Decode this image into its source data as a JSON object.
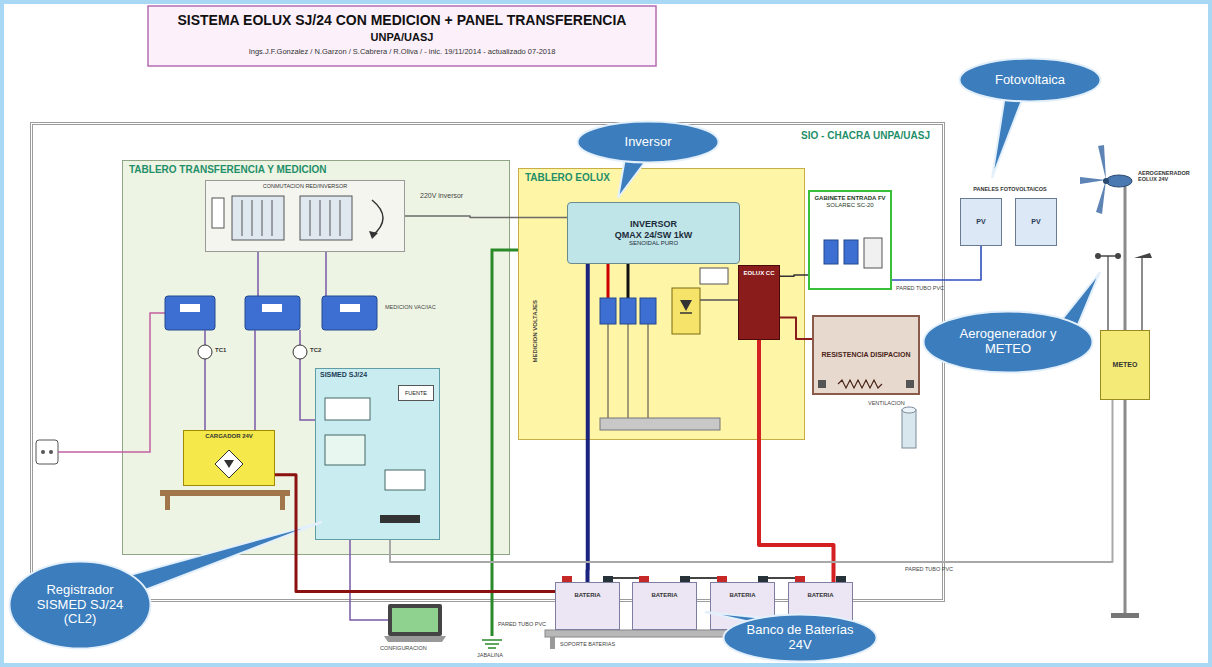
{
  "diagram": {
    "title": "SISTEMA EOLUX SJ/24 CON MEDICION + PANEL TRANSFERENCIA",
    "nodes": [
      {
        "text": [
          "SIO - CHACRA UNPA/UASJ"
        ]
      },
      {
        "text": [
          "TABLERO TRANSFERENCIA Y MEDICION"
        ],
        "in": 0
      },
      {
        "text": [
          "CONMUTACION RED/INVERSOR"
        ],
        "in": 1
      },
      {
        "text": [
          "SISMED SJ/24"
        ],
        "in": 1
      },
      {
        "text": [
          "FUENTE"
        ],
        "in": 3
      },
      {
        "text": [
          "CARGADOR 24V"
        ],
        "in": 1
      },
      {
        "text": [
          "TABLERO EOLUX"
        ],
        "in": 0
      },
      {
        "text": [
          "INVERSOR",
          "QMAX 24/SW 1kW",
          "SENOIDAL PURO"
        ],
        "in": 6
      },
      {
        "text": [
          "EOLUX CC"
        ],
        "in": 6
      },
      {
        "text": [
          "GABINETE ENTRADA FV",
          "SOLAREC SC-20"
        ],
        "in": 0
      },
      {
        "text": [
          "RESISTENCIA DISIPACION"
        ],
        "in": 0
      },
      {
        "text": [
          "PV"
        ]
      },
      {
        "text": [
          "PV"
        ]
      },
      {
        "text": [
          "METEO"
        ]
      },
      {
        "text": [
          "BATERIA"
        ]
      },
      {
        "text": [
          "BATERIA"
        ]
      },
      {
        "text": [
          "BATERIA"
        ]
      },
      {
        "text": [
          "BATERIA"
        ]
      },
      {
        "text": [
          "Inversor"
        ]
      },
      {
        "text": [
          "Fotovoltaica"
        ]
      },
      {
        "text": [
          "Aerogenerador y METEO"
        ]
      },
      {
        "text": [
          "Registrador SISMED SJ/24 (CL2)"
        ]
      },
      {
        "text": [
          "Banco de Baterías 24V"
        ]
      }
    ],
    "edges": [
      {
        "from": 11,
        "to": 9,
        "arrow": "none"
      },
      {
        "from": 9,
        "to": 8,
        "arrow": "none"
      },
      {
        "from": 8,
        "to": 10,
        "arrow": "none"
      },
      {
        "from": 7,
        "to": 14,
        "arrow": "none"
      },
      {
        "from": 8,
        "to": 17,
        "arrow": "none"
      },
      {
        "from": 5,
        "to": 14,
        "arrow": "none"
      },
      {
        "from": 13,
        "to": 3,
        "arrow": "none"
      },
      {
        "from": 7,
        "to": 2,
        "arrow": "none"
      }
    ],
    "labels": [
      "UNPA/UASJ",
      "Ings.J.F.Gonzalez / N.Garzon / S.Cabrera / R.Oliva / - inic. 19/11/2014 - actualizado 07-2018",
      "PANELES FOTOVOLTAICOS",
      "AEROGENERADOR EOLUX 24V",
      "220V inversor",
      "MEDICION VAC/IAC",
      "MEDICION VOLTAJES",
      "TC1",
      "TC2",
      "VENTILACION",
      "CONFIGURACION",
      "JABALINA",
      "PARED TUBO PVC",
      "PARED TUBO PVC",
      "PARED TUBO PVC",
      "SOPORTE BATERIAS"
    ]
  }
}
